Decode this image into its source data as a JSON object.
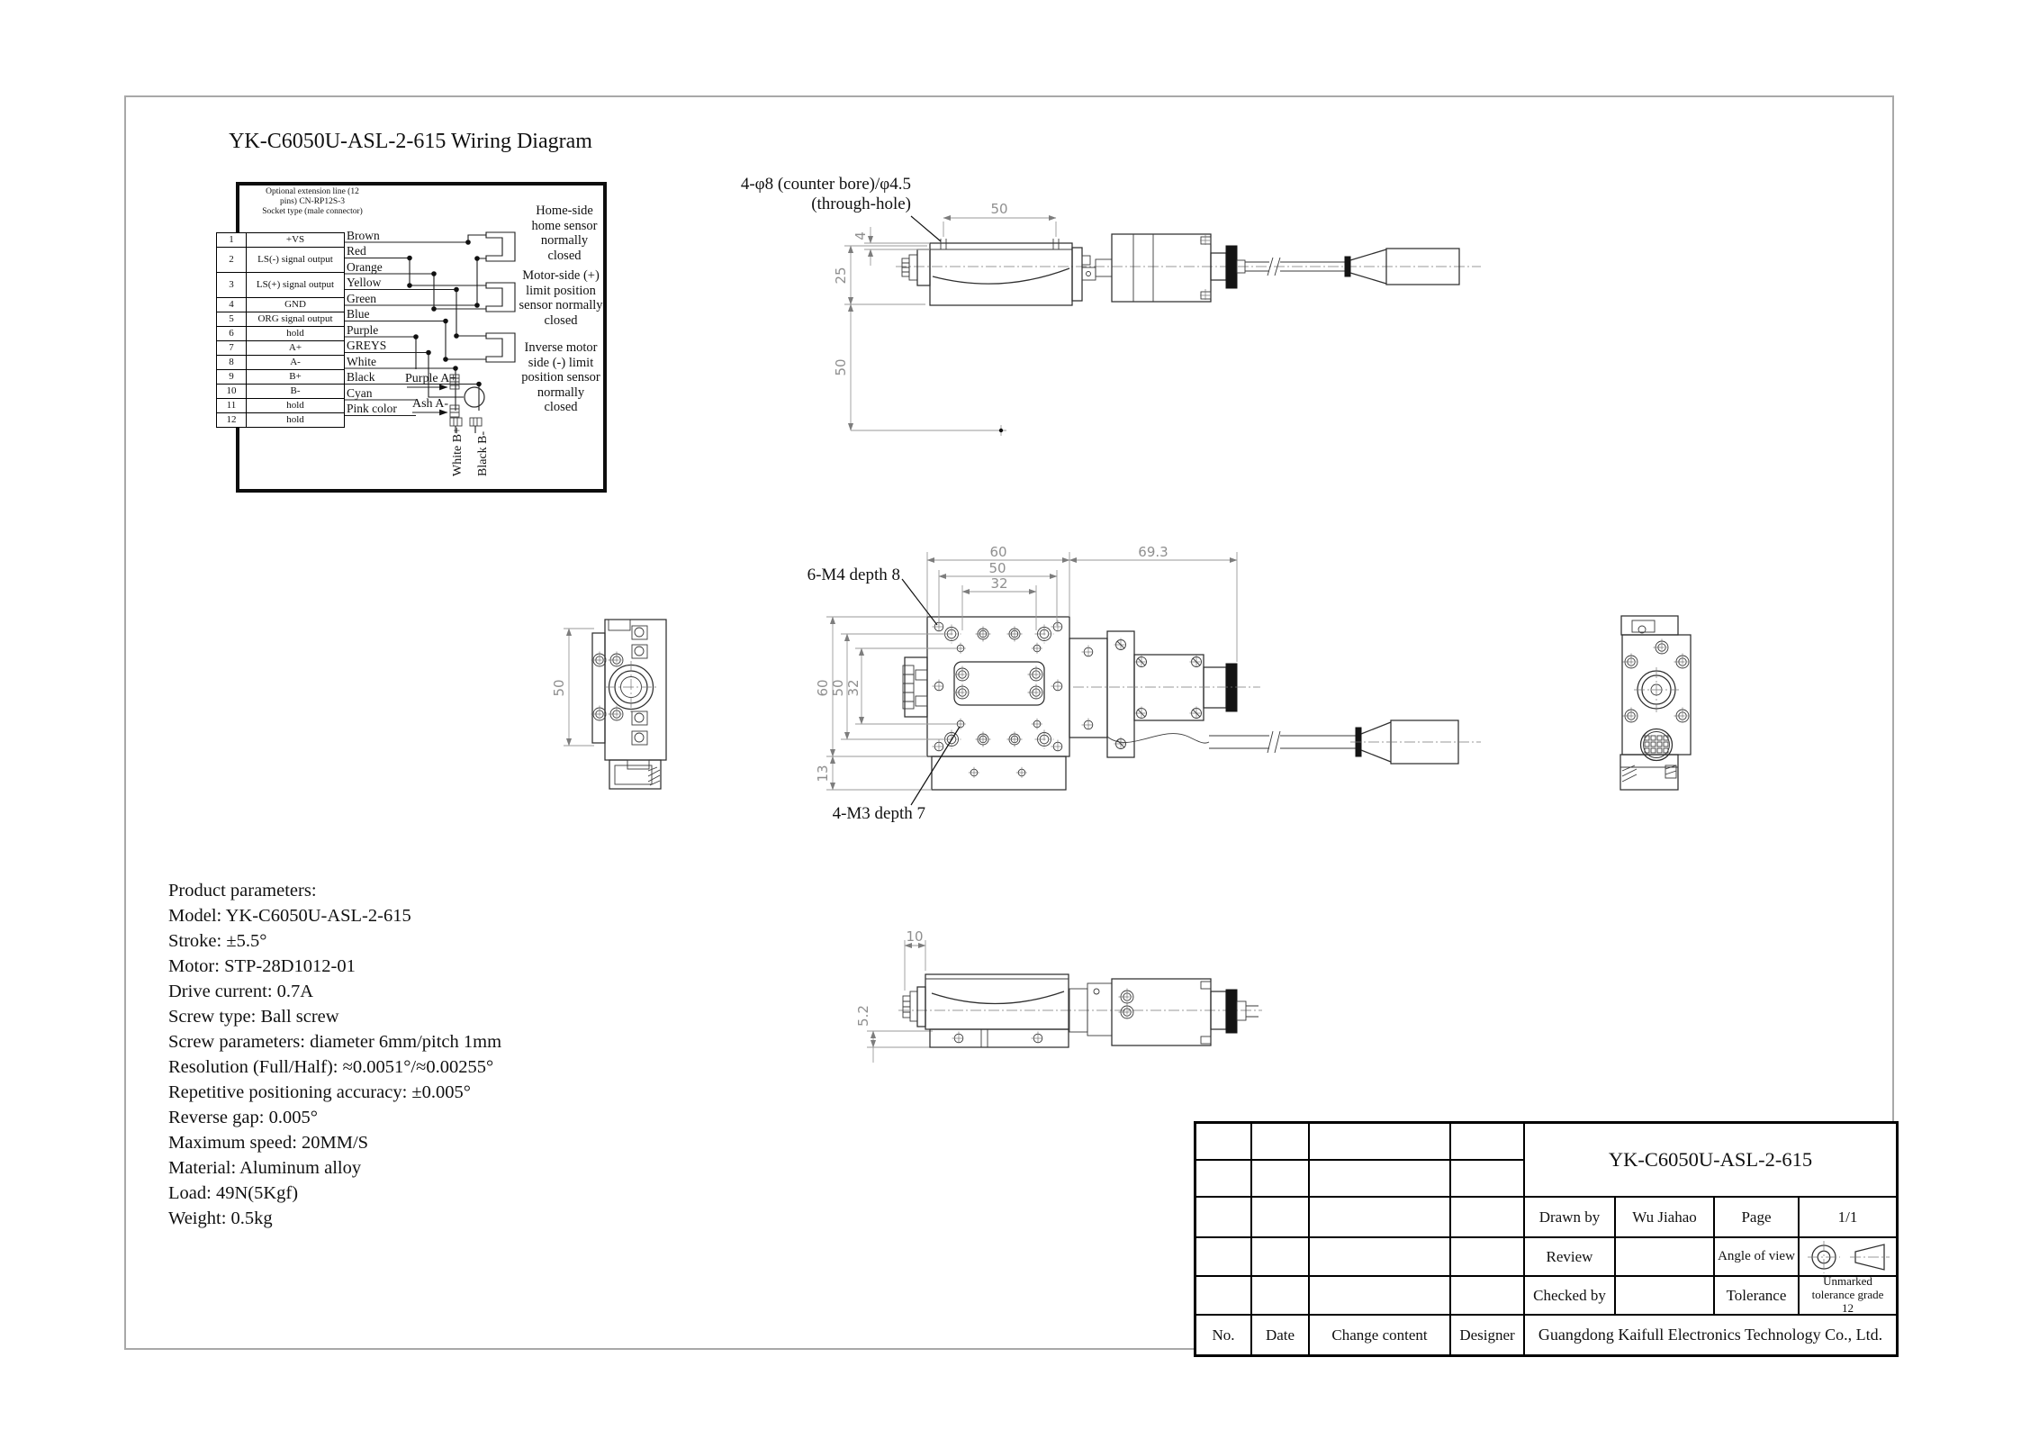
{
  "page": {
    "title": "YK-C6050U-ASL-2-615 Wiring Diagram"
  },
  "wiring": {
    "header_note": "Optional extension line (12\npins) CN-RP12S-3\nSocket type (male connector)",
    "pins": [
      {
        "num": "1",
        "name": "+VS"
      },
      {
        "num": "2",
        "name": "LS(-) signal output"
      },
      {
        "num": "3",
        "name": "LS(+) signal output"
      },
      {
        "num": "4",
        "name": "GND"
      },
      {
        "num": "5",
        "name": "ORG signal output"
      },
      {
        "num": "6",
        "name": "hold"
      },
      {
        "num": "7",
        "name": "A+"
      },
      {
        "num": "8",
        "name": "A-"
      },
      {
        "num": "9",
        "name": "B+"
      },
      {
        "num": "10",
        "name": "B-"
      },
      {
        "num": "11",
        "name": "hold"
      },
      {
        "num": "12",
        "name": "hold"
      }
    ],
    "colors": [
      "Brown",
      "Red",
      "Orange",
      "Yellow",
      "Green",
      "Blue",
      "Purple",
      "GREYS",
      "White",
      "Black",
      "Cyan",
      "Pink color"
    ],
    "sensors": [
      "Home-side\nhome sensor\nnormally\nclosed",
      "Motor-side (+)\nlimit position\nsensor normally\nclosed",
      "Inverse motor\nside (-) limit\nposition sensor\nnormally\nclosed"
    ],
    "motor_leads": {
      "a_plus": "Purple A+",
      "a_minus": "Ash A-",
      "b_plus": "White B+",
      "b_minus": "Black B-"
    }
  },
  "views": {
    "side_elevation": {
      "hole_note": "4-φ8 (counter bore)/φ4.5\n(through-hole)",
      "dim_top": "50",
      "dim_step": "4",
      "dim_h1": "25",
      "dim_h2": "50"
    },
    "plan": {
      "dim_top_32": "32",
      "dim_top_50": "50",
      "dim_top_60": "60",
      "dim_right": "69.3",
      "dim_left_60": "60",
      "dim_left_50": "50",
      "dim_left_32": "32",
      "dim_left_13": "13",
      "label_m4": "6-M4 depth 8",
      "label_m3": "4-M3 depth 7"
    },
    "side_left": {
      "dim_height": "50"
    },
    "front": {
      "dim_offset": "10",
      "dim_height": "5.2"
    }
  },
  "parameters": {
    "lines": [
      "Product parameters:",
      "Model: YK-C6050U-ASL-2-615",
      "Stroke: ±5.5°",
      "Motor: STP-28D1012-01",
      "Drive current: 0.7A",
      "Screw type: Ball screw",
      "Screw parameters: diameter 6mm/pitch 1mm",
      "Resolution (Full/Half): ≈0.0051°/≈0.00255°",
      "Repetitive positioning accuracy: ±0.005°",
      "Reverse gap: 0.005°",
      "Maximum speed: 20MM/S",
      "Material: Aluminum alloy",
      "Load: 49N(5Kgf)",
      "Weight: 0.5kg"
    ]
  },
  "title_block": {
    "part_number": "YK-C6050U-ASL-2-615",
    "drawn_by_label": "Drawn by",
    "drawn_by": "Wu Jiahao",
    "page_label": "Page",
    "page_value": "1/1",
    "review_label": "Review",
    "angle_label": "Angle of view",
    "checked_label": "Checked by",
    "tolerance_label": "Tolerance",
    "tolerance_value": "Unmarked tolerance grade 12",
    "no_label": "No.",
    "date_label": "Date",
    "change_label": "Change content",
    "designer_label": "Designer",
    "company": "Guangdong Kaifull Electronics Technology Co., Ltd."
  }
}
